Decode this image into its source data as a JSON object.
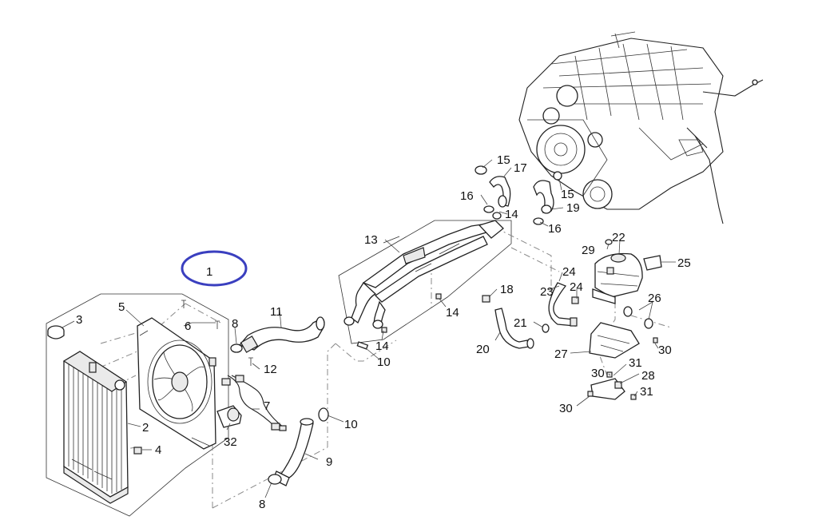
{
  "diagram": {
    "highlight_color": "#3a3fbf",
    "callouts": [
      {
        "id": "c1",
        "text": "1"
      },
      {
        "id": "c2",
        "text": "2"
      },
      {
        "id": "c3",
        "text": "3"
      },
      {
        "id": "c4",
        "text": "4"
      },
      {
        "id": "c5",
        "text": "5"
      },
      {
        "id": "c6",
        "text": "6"
      },
      {
        "id": "c7",
        "text": "7"
      },
      {
        "id": "c8a",
        "text": "8"
      },
      {
        "id": "c8b",
        "text": "8"
      },
      {
        "id": "c9",
        "text": "9"
      },
      {
        "id": "c10a",
        "text": "10"
      },
      {
        "id": "c10b",
        "text": "10"
      },
      {
        "id": "c11",
        "text": "11"
      },
      {
        "id": "c12",
        "text": "12"
      },
      {
        "id": "c13",
        "text": "13"
      },
      {
        "id": "c14a",
        "text": "14"
      },
      {
        "id": "c14b",
        "text": "14"
      },
      {
        "id": "c14c",
        "text": "14"
      },
      {
        "id": "c15a",
        "text": "15"
      },
      {
        "id": "c15b",
        "text": "15"
      },
      {
        "id": "c16a",
        "text": "16"
      },
      {
        "id": "c16b",
        "text": "16"
      },
      {
        "id": "c17",
        "text": "17"
      },
      {
        "id": "c18",
        "text": "18"
      },
      {
        "id": "c19",
        "text": "19"
      },
      {
        "id": "c20",
        "text": "20"
      },
      {
        "id": "c21",
        "text": "21"
      },
      {
        "id": "c22",
        "text": "22"
      },
      {
        "id": "c23",
        "text": "23"
      },
      {
        "id": "c24a",
        "text": "24"
      },
      {
        "id": "c24b",
        "text": "24"
      },
      {
        "id": "c25",
        "text": "25"
      },
      {
        "id": "c26",
        "text": "26"
      },
      {
        "id": "c27",
        "text": "27"
      },
      {
        "id": "c28",
        "text": "28"
      },
      {
        "id": "c29",
        "text": "29"
      },
      {
        "id": "c30a",
        "text": "30"
      },
      {
        "id": "c30b",
        "text": "30"
      },
      {
        "id": "c30c",
        "text": "30"
      },
      {
        "id": "c31a",
        "text": "31"
      },
      {
        "id": "c31b",
        "text": "31"
      },
      {
        "id": "c32",
        "text": "32"
      }
    ]
  }
}
